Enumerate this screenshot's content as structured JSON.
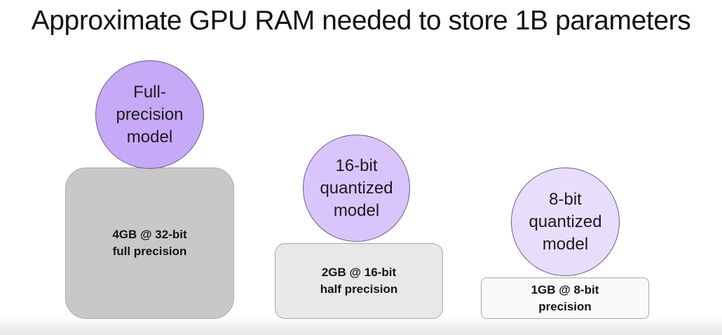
{
  "title": "Approximate GPU RAM needed to store 1B parameters",
  "models": [
    {
      "circle_lines": [
        "Full-",
        "precision",
        "model"
      ],
      "memory_lines": [
        "4GB @ 32-bit",
        "full precision"
      ],
      "memory_gb": 4,
      "bits": 32,
      "circle_color": "#c6a9f7",
      "box_color": "#c8c8c8"
    },
    {
      "circle_lines": [
        "16-bit",
        "quantized",
        "model"
      ],
      "memory_lines": [
        "2GB @ 16-bit",
        "half precision"
      ],
      "memory_gb": 2,
      "bits": 16,
      "circle_color": "#d9c5fb",
      "box_color": "#e8e8e8"
    },
    {
      "circle_lines": [
        "8-bit",
        "quantized",
        "model"
      ],
      "memory_lines": [
        "1GB @ 8-bit",
        "precision"
      ],
      "memory_gb": 1,
      "bits": 8,
      "circle_color": "#e7defb",
      "box_color": "#fafafa"
    }
  ]
}
